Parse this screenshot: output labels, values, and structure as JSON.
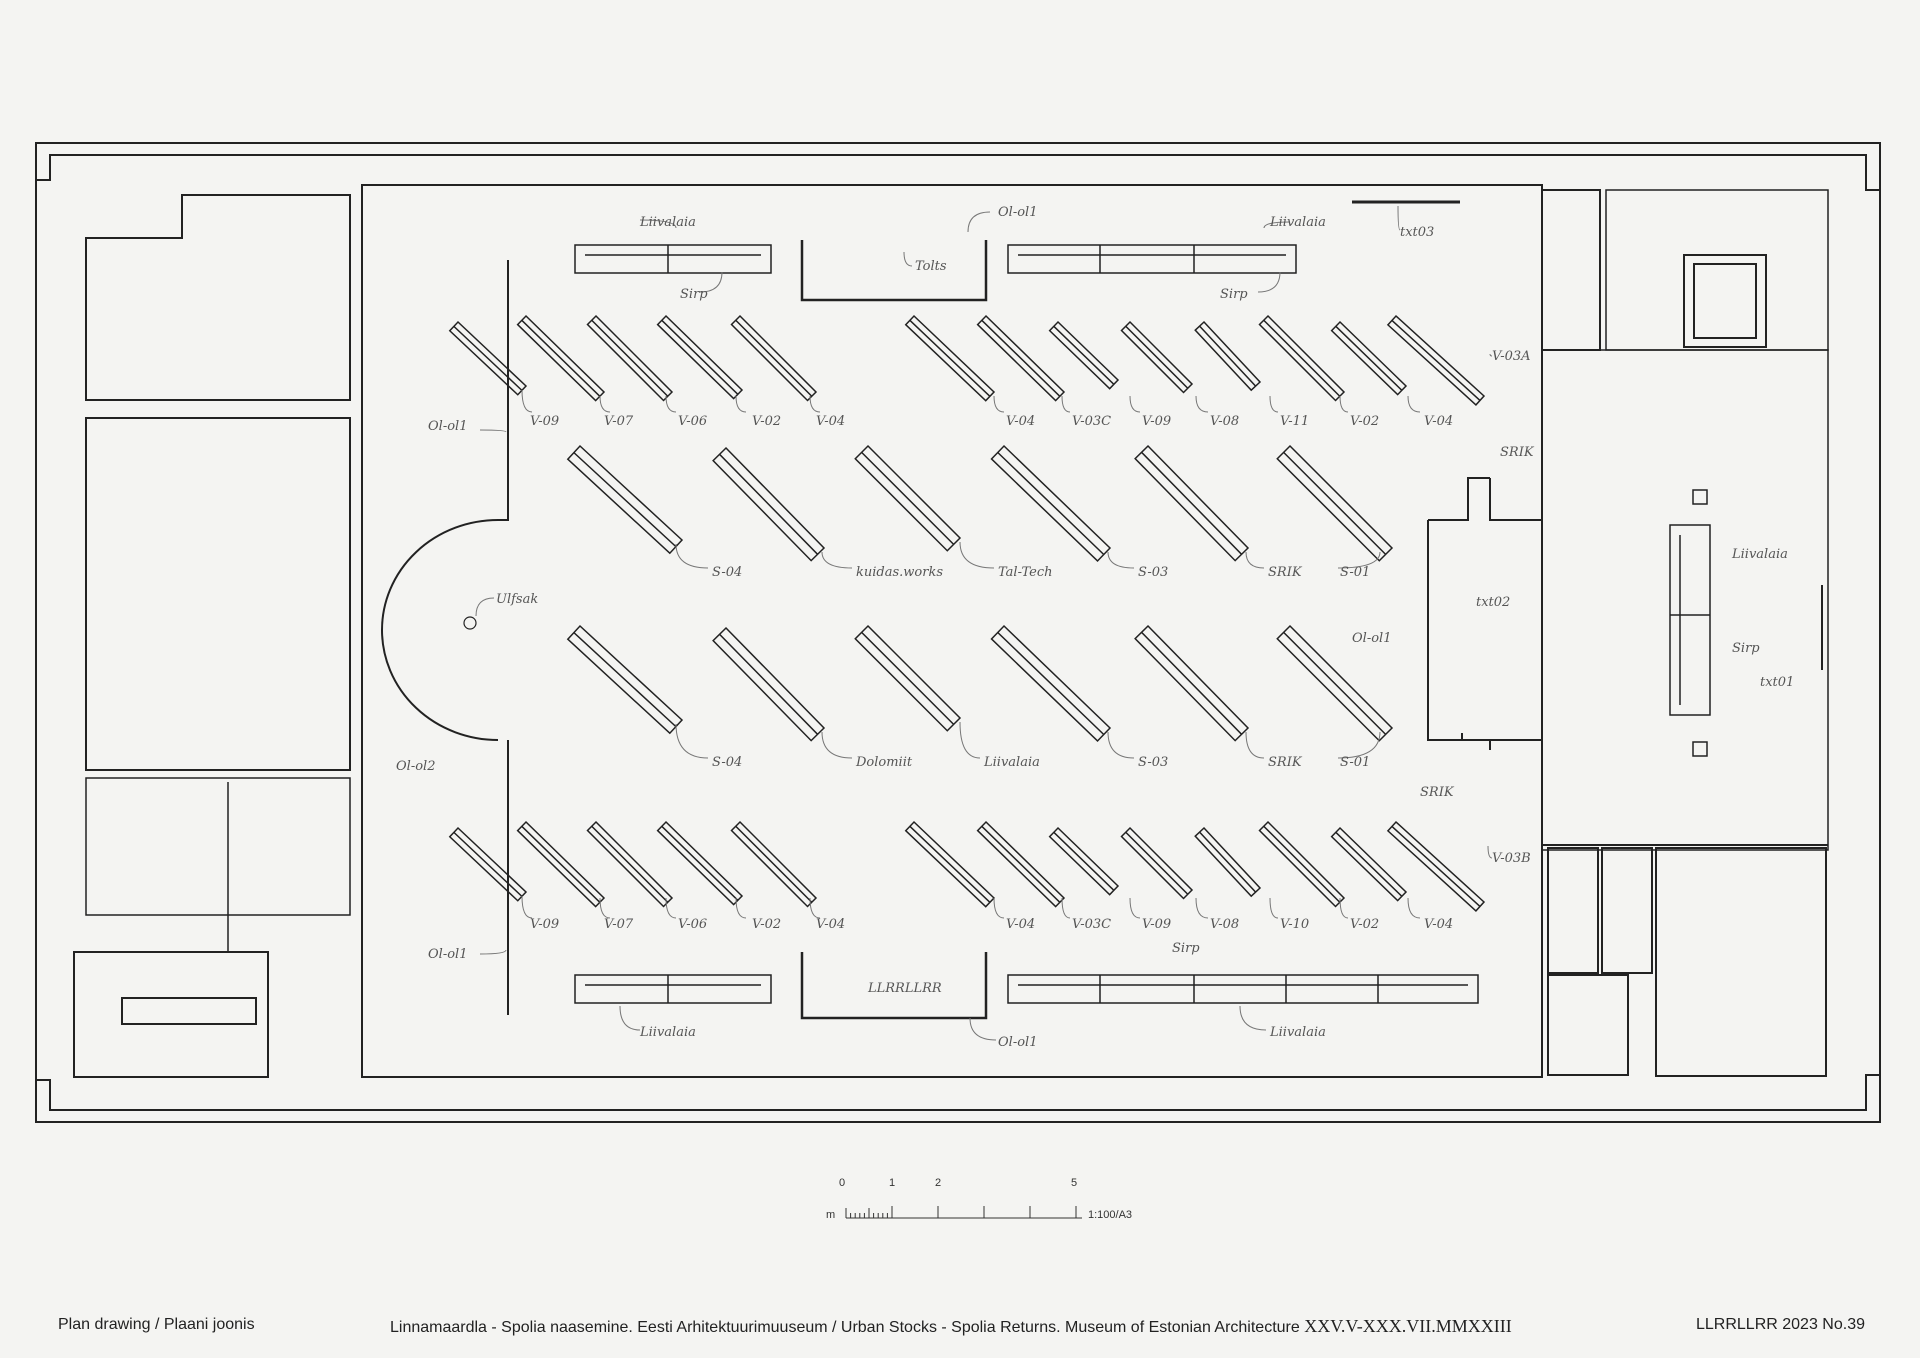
{
  "labels": {
    "liivalaia_top_left": "Liivalaia",
    "sirp_top_left": "Sirp",
    "olol1_top": "Ol-ol1",
    "tolts": "Tolts",
    "liivalaia_top_right": "Liivalaia",
    "sirp_top_right": "Sirp",
    "txt03": "txt03",
    "v03a": "V-03A",
    "olol1_left_upper": "Ol-ol1",
    "row1": [
      "V-09",
      "V-07",
      "V-06",
      "V-02",
      "V-04",
      "V-04",
      "V-03C",
      "V-09",
      "V-08",
      "V-11",
      "V-02",
      "V-04"
    ],
    "row2": [
      "S-04",
      "kuidas.works",
      "Tal-Tech",
      "S-03",
      "SRIK",
      "S-01"
    ],
    "srik_top": "SRIK",
    "ulfsak": "Ulfsak",
    "txt02": "txt02",
    "olol1_door": "Ol-ol1",
    "liivalaia_right": "Liivalaia",
    "sirp_right": "Sirp",
    "txt01": "txt01",
    "row3": [
      "S-04",
      "Dolomiit",
      "Liivalaia",
      "S-03",
      "SRIK",
      "S-01"
    ],
    "olol2": "Ol-ol2",
    "srik_bottom": "SRIK",
    "row4": [
      "V-09",
      "V-07",
      "V-06",
      "V-02",
      "V-04",
      "V-04",
      "V-03C",
      "V-09",
      "V-08",
      "V-10",
      "V-02",
      "V-04"
    ],
    "v03b": "V-03B",
    "olol1_left_lower": "Ol-ol1",
    "sirp_bottom": "Sirp",
    "llrrllrr": "LLRRLLRR",
    "liivalaia_bottom_left": "Liivalaia",
    "olol1_bottom": "Ol-ol1",
    "liivalaia_bottom_right": "Liivalaia"
  },
  "scale": {
    "ticks": [
      "0",
      "1",
      "2",
      "5"
    ],
    "unit": "m",
    "ratio": "1:100/A3"
  },
  "footer": {
    "left": "Plan drawing / Plaani joonis",
    "center": "Linnamaardla - Spolia naasemine. Eesti Arhitektuurimuuseum / Urban Stocks - Spolia Returns. Museum of Estonian Architecture",
    "date": "XXV.V-XXX.VII.MMXXIII",
    "right": "LLRRLLRR 2023 No.39"
  },
  "colors": {
    "ink": "#222222",
    "label": "#555555",
    "paper": "#f4f4f2"
  }
}
